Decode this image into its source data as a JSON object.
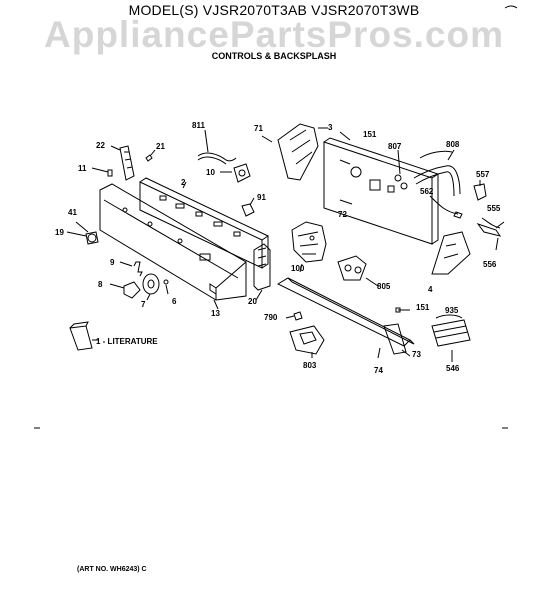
{
  "header": {
    "model_line": "MODEL(S) VJSR2070T3AB  VJSR2070T3WB",
    "watermark": "AppliancePartsPros.com",
    "subtitle": "CONTROLS & BACKSPLASH"
  },
  "footer": {
    "art_no": "(ART NO. WH6243) C"
  },
  "callouts": {
    "c811": "811",
    "c71": "71",
    "c3": "3",
    "c151a": "151",
    "c807": "807",
    "c808": "808",
    "c22": "22",
    "c21": "21",
    "c11": "11",
    "c10": "10",
    "c2": "2",
    "c91": "91",
    "c557": "557",
    "c562": "562",
    "c555": "555",
    "c72": "72",
    "c41": "41",
    "c19": "19",
    "c100": "100",
    "c556": "556",
    "c9": "9",
    "c805": "805",
    "c4": "4",
    "c8": "8",
    "c6": "6",
    "c7": "7",
    "c20": "20",
    "c13": "13",
    "c151b": "151",
    "c935": "935",
    "c790": "790",
    "c1": "1 - LITERATURE",
    "c73": "73",
    "c803": "803",
    "c74": "74",
    "c546": "546"
  }
}
